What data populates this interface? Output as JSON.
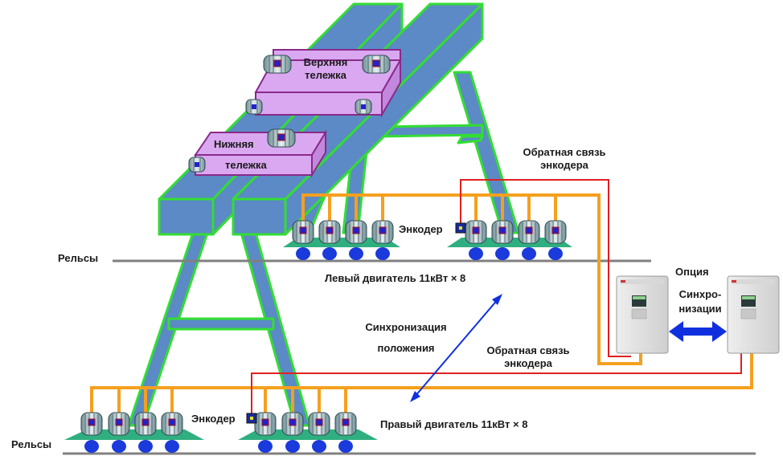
{
  "labels": {
    "upper_trolley_line1": "Верхняя",
    "upper_trolley_line2": "тележка",
    "lower_trolley_line1": "Нижняя",
    "lower_trolley_line2": "тележка",
    "rails_top": "Рельсы",
    "rails_bottom": "Рельсы",
    "encoder_top": "Энкодер",
    "encoder_bottom": "Энкодер",
    "feedback_top_line1": "Обратная связь",
    "feedback_top_line2": "энкодера",
    "feedback_bottom_line1": "Обратная связь",
    "feedback_bottom_line2": "энкодера",
    "left_motor": "Левый двигатель  11кВт  × 8",
    "right_motor": "Правый двигатель  11кВт  × 8",
    "sync_position_line1": "Синхронизация",
    "sync_position_line2": "положения",
    "option": "Опция",
    "sync_option_line1": "Синхро-",
    "sync_option_line2": "низации"
  },
  "colors": {
    "frame": "#5B8AC6",
    "frame_outline": "#33DD33",
    "trolley": "#D9A8F0",
    "trolley_outline": "#8A2A8A",
    "orange_bus": "#F5A020",
    "red_line": "#E02020",
    "rail": "#808080",
    "wheel": "#1A3ADC",
    "motor_base": "#2FAF7F",
    "arrow": "#1030E0"
  }
}
